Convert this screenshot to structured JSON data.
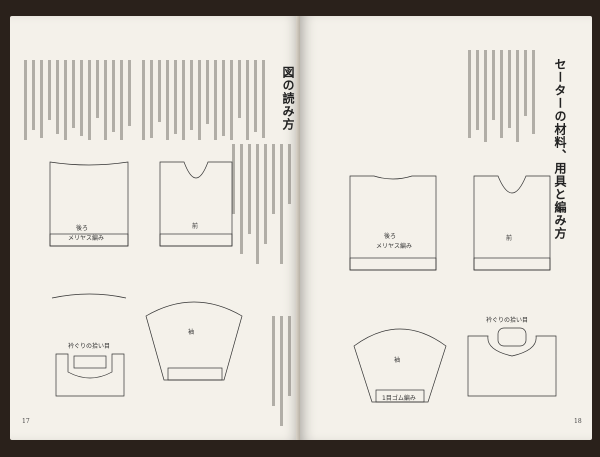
{
  "left_page": {
    "title": "図の読み方",
    "page_number": "17",
    "diagram_labels": {
      "back": "後ろ",
      "stitch": "メリヤス編み",
      "front": "前",
      "sleeve": "袖",
      "neckline": "衿ぐりの拾い目"
    }
  },
  "right_page": {
    "title": "セーターの材料、用具と編み方",
    "page_number": "18",
    "diagram_labels": {
      "back": "後ろ",
      "stitch": "メリヤス編み",
      "front": "前",
      "sleeve": "袖",
      "rib": "1目ゴム編み",
      "neckline": "衿ぐりの拾い目"
    }
  }
}
